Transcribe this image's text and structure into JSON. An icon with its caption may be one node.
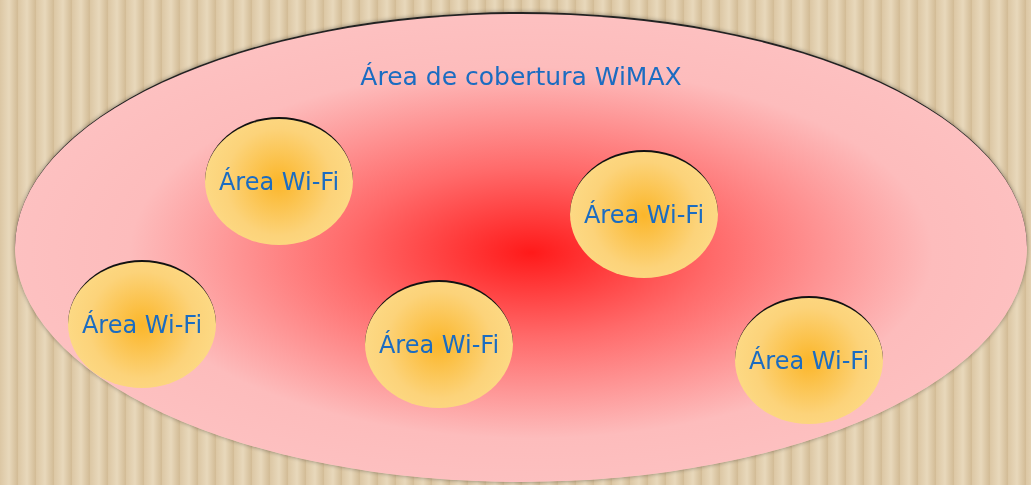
{
  "diagram": {
    "nodes": [
      {
        "text": [
          "Área de cobertura WiMAX"
        ]
      },
      {
        "text": [
          "Área Wi-Fi"
        ],
        "in": 0
      },
      {
        "text": [
          "Área Wi-Fi"
        ],
        "in": 0
      },
      {
        "text": [
          "Área Wi-Fi"
        ],
        "in": 0
      },
      {
        "text": [
          "Área Wi-Fi"
        ],
        "in": 0
      },
      {
        "text": [
          "Área Wi-Fi"
        ],
        "in": 0
      }
    ]
  }
}
